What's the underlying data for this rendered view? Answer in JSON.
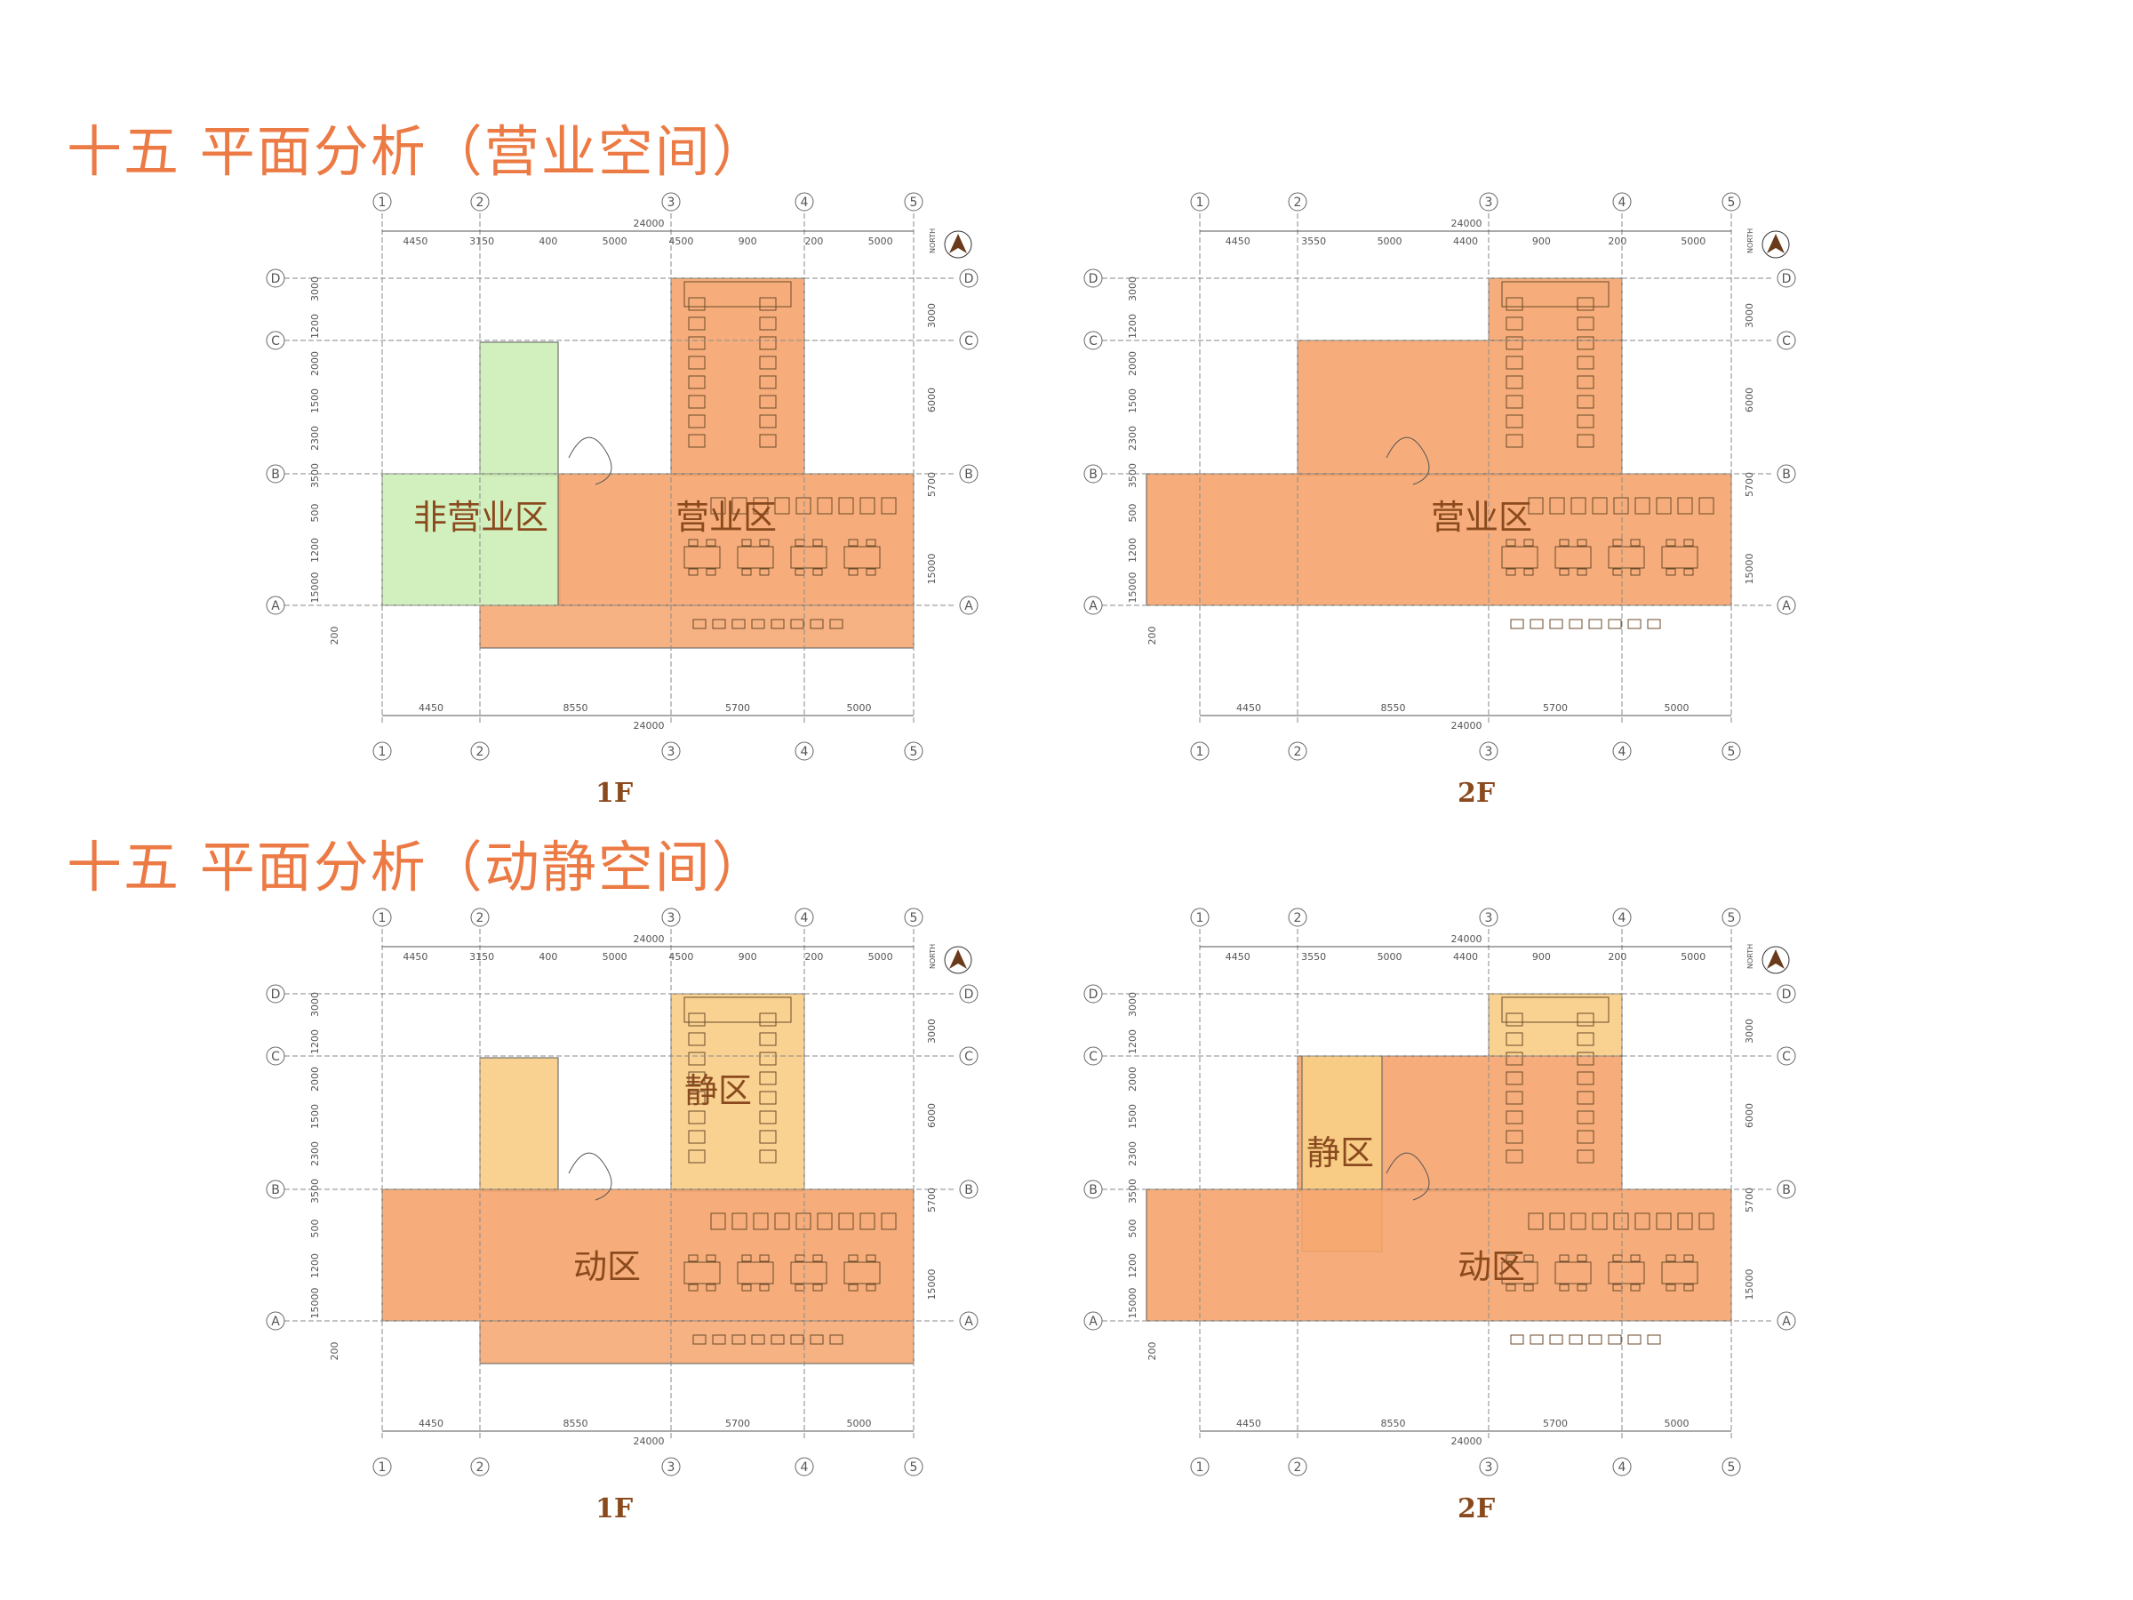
{
  "titles": {
    "business": "十五 平面分析（营业空间）",
    "activity": "十五 平面分析（动静空间）"
  },
  "floors": {
    "f1": "1F",
    "f2": "2F"
  },
  "zones": {
    "non_business": "非营业区",
    "business": "营业区",
    "quiet": "静区",
    "active": "动区"
  },
  "dimensions": {
    "total": "24000",
    "f1_top": [
      "4450",
      "3150",
      "400",
      "5000",
      "4500",
      "900",
      "200",
      "5000"
    ],
    "f2_top": [
      "4450",
      "3550",
      "5000",
      "4400",
      "900",
      "200",
      "5000"
    ],
    "bottom": [
      "4450",
      "8550",
      "5700",
      "5000"
    ],
    "side_left": [
      "3000",
      "1200",
      "2000",
      "1500",
      "2300",
      "3500",
      "500",
      "1200",
      "15000"
    ],
    "side_right": [
      "3000",
      "6000",
      "5700",
      "15000"
    ],
    "under": "200"
  },
  "axes": {
    "cols": [
      "1",
      "2",
      "3",
      "4",
      "5"
    ],
    "rows": [
      "D",
      "C",
      "B",
      "A"
    ]
  },
  "north": "NORTH",
  "colors": {
    "title": "#ec7a44",
    "orange_zone": "#f5a46d",
    "green_zone": "#cdeeb6",
    "yellow_zone": "#f8cd86",
    "floor_label": "#8a4a1e"
  }
}
